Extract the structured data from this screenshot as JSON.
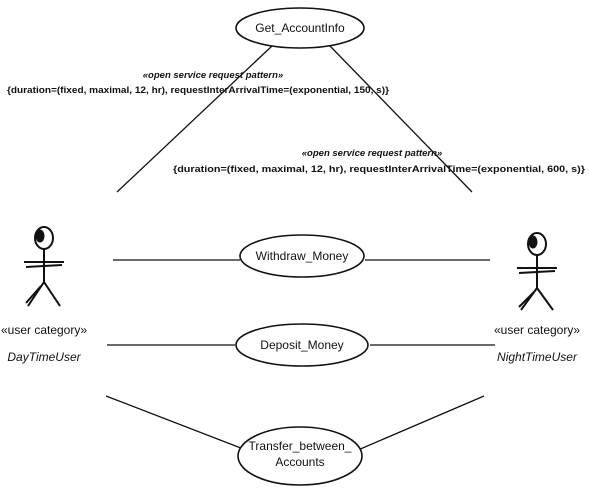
{
  "use_cases": {
    "get_account_info": "Get_AccountInfo",
    "withdraw_money": "Withdraw_Money",
    "deposit_money": "Deposit_Money",
    "transfer_line1": "Transfer_between_",
    "transfer_line2": "Accounts"
  },
  "annotations": {
    "day": {
      "stereotype": "«open service request pattern»",
      "tags": "{duration=(fixed, maximal, 12, hr), requestInterArrivalTime=(exponential, 150, s)}"
    },
    "night": {
      "stereotype": "«open service request pattern»",
      "tags": "{duration=(fixed, maximal, 12, hr), requestInterArrivalTime=(exponential, 600, s)}"
    }
  },
  "actors": {
    "left": {
      "stereotype": "«user category»",
      "name": "DayTimeUser"
    },
    "right": {
      "stereotype": "«user category»",
      "name": "NightTimeUser"
    }
  }
}
